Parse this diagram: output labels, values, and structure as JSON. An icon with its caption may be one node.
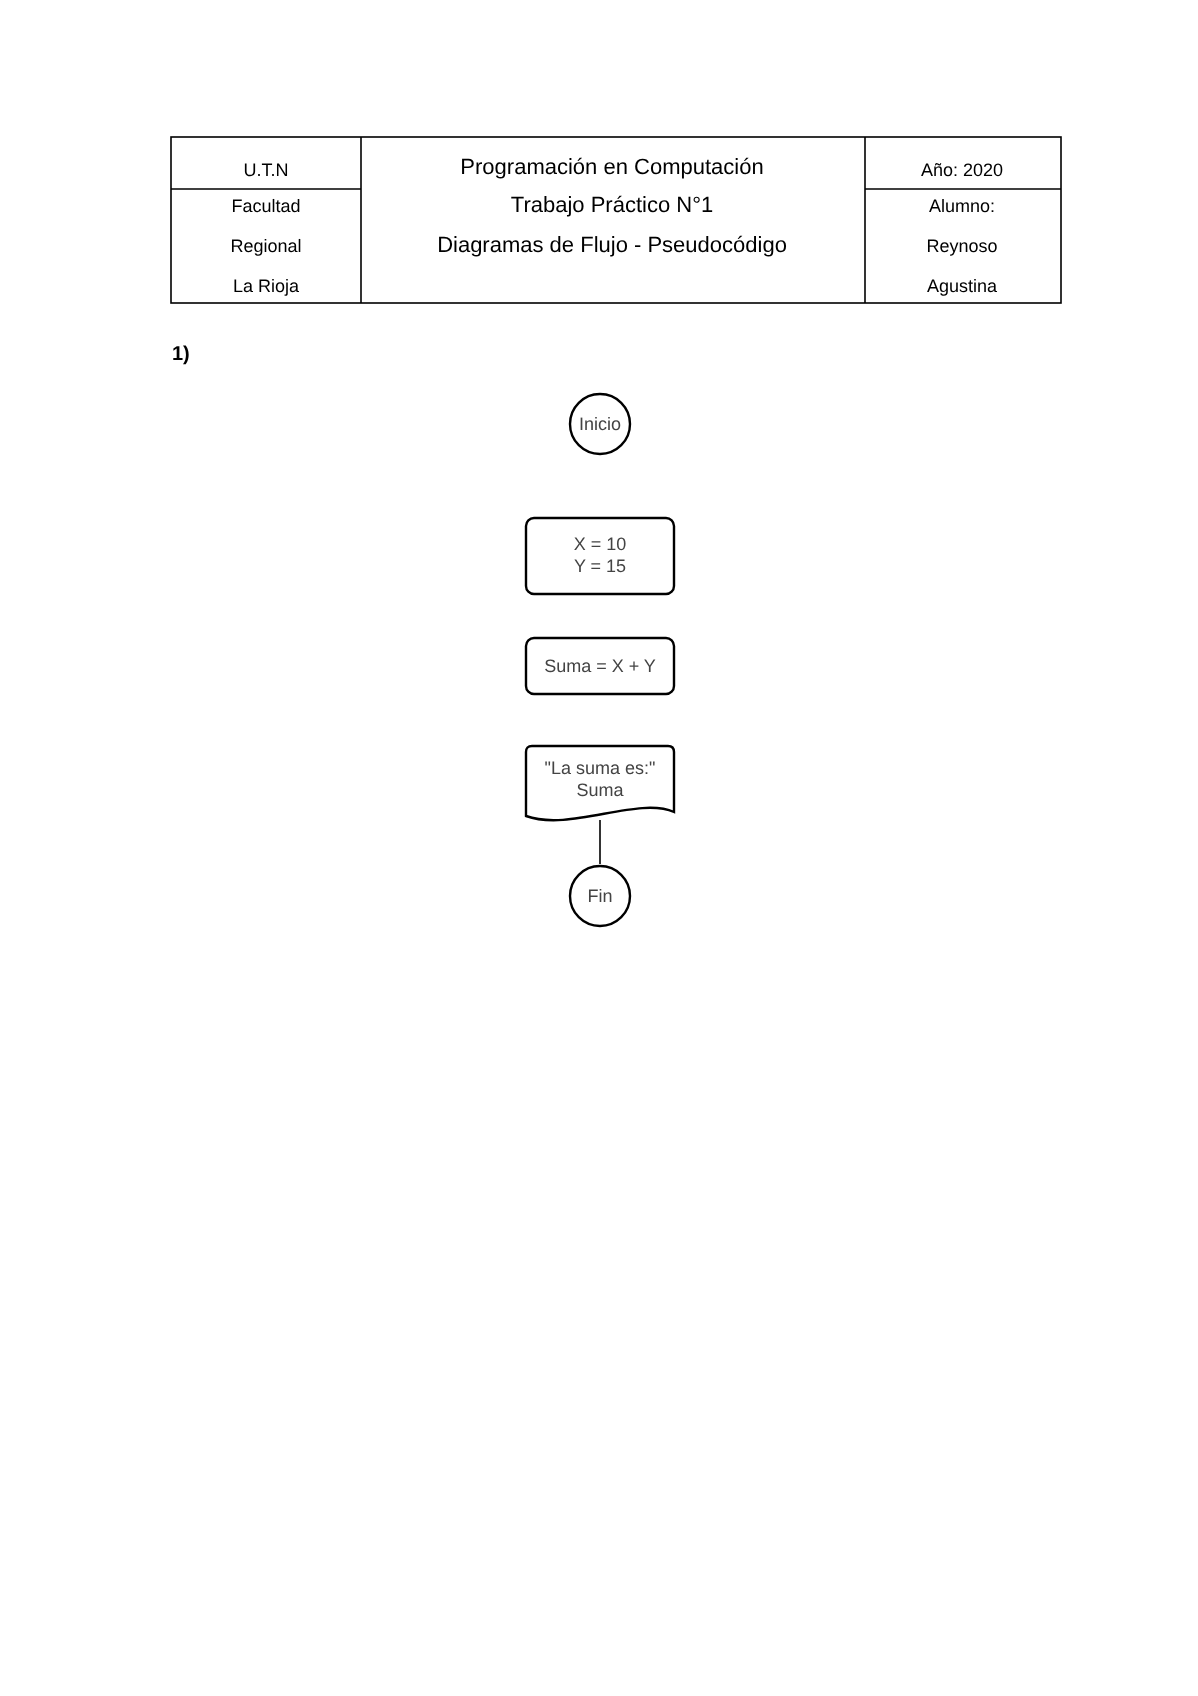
{
  "diagram": {
    "nodes": [
      {
        "text": [
          "Inicio"
        ]
      },
      {
        "text": [
          "X = 10",
          "Y = 15"
        ]
      },
      {
        "text": [
          "Suma = X + Y"
        ]
      },
      {
        "text": [
          "\"La suma es:\"",
          "Suma"
        ]
      },
      {
        "text": [
          "Fin"
        ]
      }
    ],
    "edges": [
      {
        "from": 3,
        "to": 4,
        "arrow": "none"
      }
    ],
    "labels": [
      "U.T.N",
      "Programación en Computación",
      "Año: 2020",
      "Facultad",
      "Trabajo Práctico N°1",
      "Alumno:",
      "Regional",
      "Diagramas de Flujo - Pseudocódigo",
      "Reynoso",
      "La Rioja",
      "Agustina",
      "1)"
    ]
  }
}
